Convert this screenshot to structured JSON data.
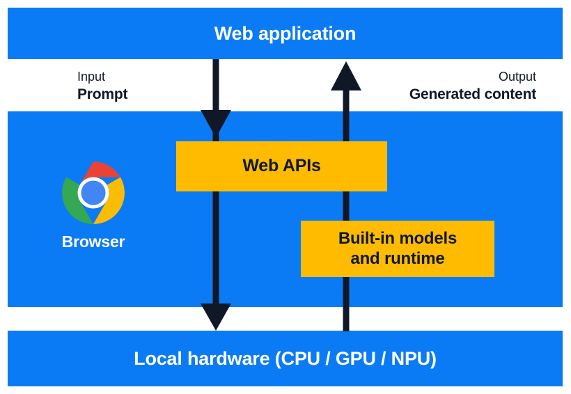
{
  "diagram": {
    "title_top": "Web application",
    "title_bottom": "Local hardware (CPU / GPU / NPU)",
    "browser": {
      "label": "Browser",
      "icon": "chrome-logo-icon"
    },
    "boxes": [
      {
        "id": "web-apis",
        "label": "Web APIs"
      },
      {
        "id": "builtin-models",
        "label": "Built-in models\nand runtime",
        "line1": "Built-in models",
        "line2": "and runtime"
      }
    ],
    "annotations": [
      {
        "id": "input",
        "kind": "Input",
        "value": "Prompt"
      },
      {
        "id": "output",
        "kind": "Output",
        "value": "Generated content"
      }
    ],
    "arrows": [
      {
        "id": "downward-flow-arrow",
        "direction": "down",
        "from": "Web application",
        "to": "Local hardware (CPU / GPU / NPU)"
      },
      {
        "id": "upward-flow-arrow",
        "direction": "up",
        "from": "Local hardware (CPU / GPU / NPU)",
        "to": "Web application"
      }
    ],
    "colors": {
      "band_blue": "#0B7BF5",
      "box_yellow": "#FFBB00",
      "arrow_navy": "#101828",
      "text_on_blue": "#FFFFFF",
      "text_dark": "#101828",
      "chrome_red": "#EA4335",
      "chrome_yellow": "#FBBC04",
      "chrome_green": "#34A853",
      "chrome_blue": "#4285F4",
      "background": "#FFFFFF"
    }
  }
}
